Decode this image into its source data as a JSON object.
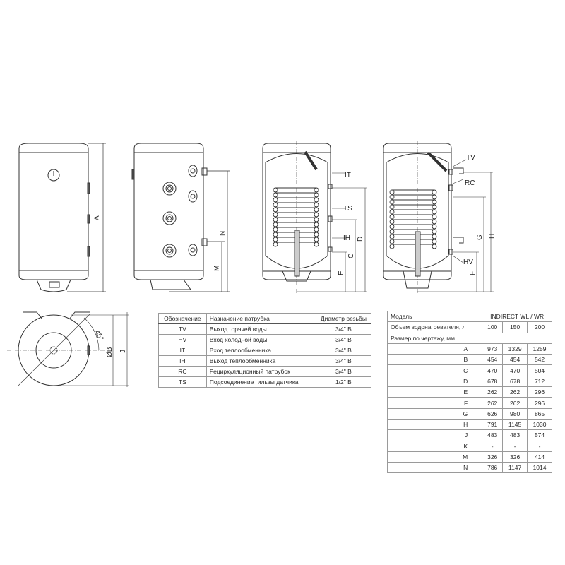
{
  "drawings": {
    "front_view": {
      "dimension_labels": [
        "A"
      ]
    },
    "side_view": {
      "dimension_labels": [
        "N",
        "M"
      ]
    },
    "section_view_1": {
      "connection_labels": [
        "IT",
        "TS",
        "IH"
      ],
      "dimension_labels": [
        "D",
        "C",
        "E"
      ]
    },
    "section_view_2": {
      "connection_labels": [
        "TV",
        "RC",
        "HV"
      ],
      "dimension_labels": [
        "H",
        "G",
        "F"
      ]
    },
    "top_view": {
      "angle_label": "45°",
      "dimension_labels": [
        "ØB",
        "J"
      ]
    }
  },
  "connections_table": {
    "headers": [
      "Обозначение",
      "Назначение патрубка",
      "Диаметр резьбы"
    ],
    "rows": [
      {
        "code": "TV",
        "purpose": "Выход горячей воды",
        "thread": "3/4\" B"
      },
      {
        "code": "HV",
        "purpose": "Вход холодной воды",
        "thread": "3/4\" B"
      },
      {
        "code": "IT",
        "purpose": "Вход теплообменника",
        "thread": "3/4\" B"
      },
      {
        "code": "IH",
        "purpose": "Выход теплообменника",
        "thread": "3/4\" B"
      },
      {
        "code": "RC",
        "purpose": "Рециркуляционный патрубок",
        "thread": "3/4\" B"
      },
      {
        "code": "TS",
        "purpose": "Подсоединение гильзы датчика",
        "thread": "1/2\" B"
      }
    ]
  },
  "dimensions_table": {
    "model_label": "Модель",
    "model_name": "INDIRECT WL / WR",
    "volume_label": "Объем водонагревателя, л",
    "volumes": [
      "100",
      "150",
      "200"
    ],
    "size_label": "Размер по чертежу, мм",
    "rows": [
      {
        "dim": "A",
        "v": [
          "973",
          "1329",
          "1259"
        ]
      },
      {
        "dim": "B",
        "v": [
          "454",
          "454",
          "542"
        ]
      },
      {
        "dim": "C",
        "v": [
          "470",
          "470",
          "504"
        ]
      },
      {
        "dim": "D",
        "v": [
          "678",
          "678",
          "712"
        ]
      },
      {
        "dim": "E",
        "v": [
          "262",
          "262",
          "296"
        ]
      },
      {
        "dim": "F",
        "v": [
          "262",
          "262",
          "296"
        ]
      },
      {
        "dim": "G",
        "v": [
          "626",
          "980",
          "865"
        ]
      },
      {
        "dim": "H",
        "v": [
          "791",
          "1145",
          "1030"
        ]
      },
      {
        "dim": "J",
        "v": [
          "483",
          "483",
          "574"
        ]
      },
      {
        "dim": "K",
        "v": [
          "-",
          "-",
          "-"
        ]
      },
      {
        "dim": "M",
        "v": [
          "326",
          "326",
          "414"
        ]
      },
      {
        "dim": "N",
        "v": [
          "786",
          "1147",
          "1014"
        ]
      }
    ]
  }
}
